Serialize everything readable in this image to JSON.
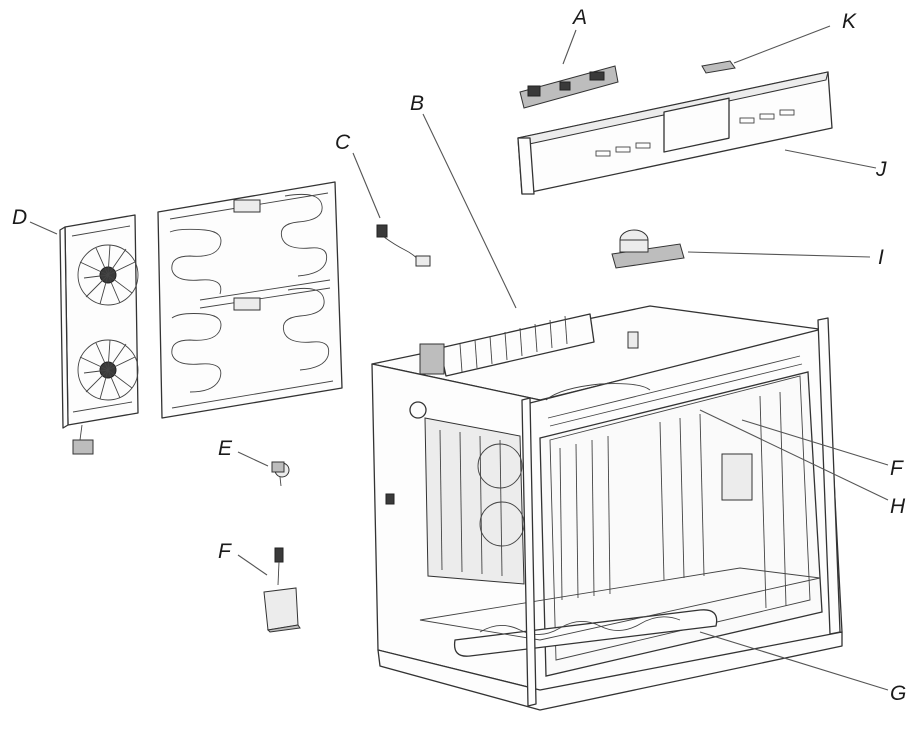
{
  "labels": {
    "A": "A",
    "B": "B",
    "C": "C",
    "D": "D",
    "E": "E",
    "F_small": "F",
    "F_cavity": "F",
    "G": "G",
    "H": "H",
    "I": "I",
    "J": "J",
    "K": "K"
  }
}
